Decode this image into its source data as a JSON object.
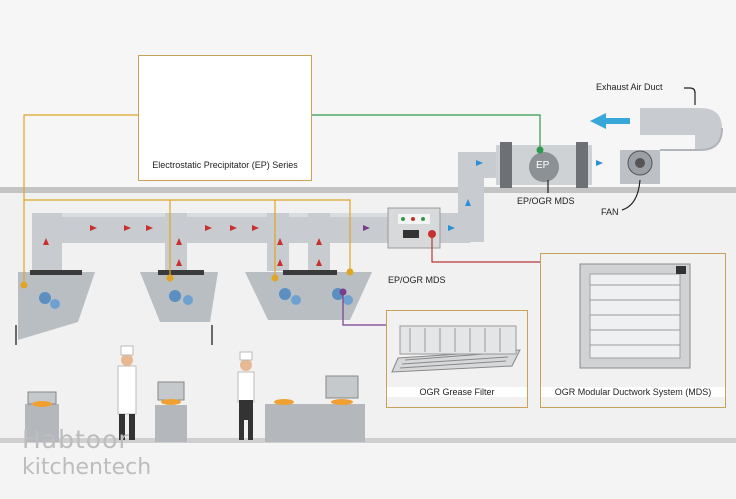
{
  "labels": {
    "exhaust_air_duct": "Exhaust Air Duct",
    "ep_badge": "EP",
    "ep_ogr_mds_right": "EP/OGR MDS",
    "fan": "FAN",
    "ep_ogr_mds_left": "EP/OGR MDS"
  },
  "captions": {
    "ep_series": "Electrostatic Precipitator (EP) Series",
    "grease_filter": "OGR Grease Filter",
    "mds": "OGR Modular Ductwork System (MDS)"
  },
  "logo": {
    "line1": "Habtoor",
    "line2": "kitchentech"
  },
  "colors": {
    "connector_gold": "#e0a526",
    "connector_green": "#2e9a4a",
    "connector_red": "#b8373c",
    "connector_purple": "#7a3d8c",
    "flow_arrow_red": "#c9302c",
    "flow_arrow_blue": "#2a8fd6",
    "exhaust_arrow": "#38a8d8",
    "duct": "#c8ccd0",
    "caption_border": "#c9a25a"
  }
}
